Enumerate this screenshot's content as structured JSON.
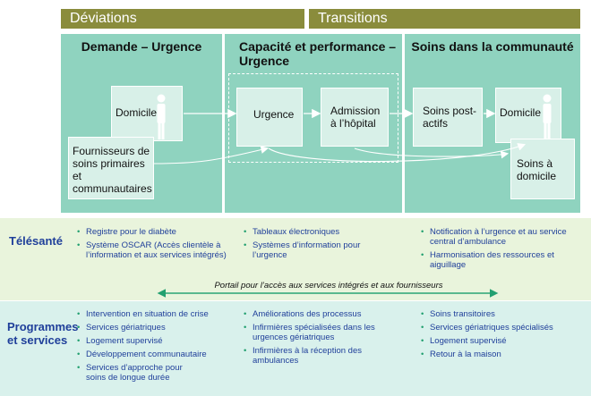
{
  "headers": {
    "deviations": "Déviations",
    "transitions": "Transitions"
  },
  "columns": {
    "col1": {
      "title": "Demande – Urgence"
    },
    "col2": {
      "title": "Capacité et performance – Urgence"
    },
    "col3": {
      "title": "Soins dans la communauté"
    }
  },
  "boxes": {
    "domicile1": "Domicile",
    "fournisseurs": "Fournisseurs de soins primaires et communautaires",
    "urgence": "Urgence",
    "admission": "Admission à l’hôpital",
    "post_actifs": "Soins post-actifs",
    "domicile2": "Domicile",
    "soins_domicile": "Soins à domicile"
  },
  "telesante": {
    "title": "Télésanté",
    "col1": [
      "Registre pour le diabète",
      "Système OSCAR (Accès clientèle à l’information et aux services intégrés)"
    ],
    "col2": [
      "Tableaux électroniques",
      "Systèmes d’information pour l’urgence"
    ],
    "col3": [
      "Notification à l’urgence et au service central d’ambulance",
      "Harmonisation des ressources et aiguillage"
    ]
  },
  "portal": "Portail pour l’accès aux services intégrés et aux fournisseurs",
  "programmes": {
    "title": "Programmes et services",
    "col1": [
      "Intervention en situation de crise",
      "Services gériatriques",
      "Logement supervisé",
      "Développement communautaire",
      "Services d’approche pour soins de longue durée"
    ],
    "col2": [
      "Améliorations des processus",
      "Infirmières spécialisées dans les urgences gériatriques",
      "Infirmières à la réception des ambulances"
    ],
    "col3": [
      "Soins transitoires",
      "Services gériatriques spécialisés",
      "Logement supervisé",
      "Retour à la maison"
    ]
  },
  "icons": {
    "person": "person-icon"
  },
  "colors": {
    "header": "#8a8c3c",
    "column": "#8fd3bf",
    "box": "#d8f0e8",
    "text_blue": "#1f3f9a",
    "bullet": "#22a070",
    "arrow": "#22a070"
  }
}
